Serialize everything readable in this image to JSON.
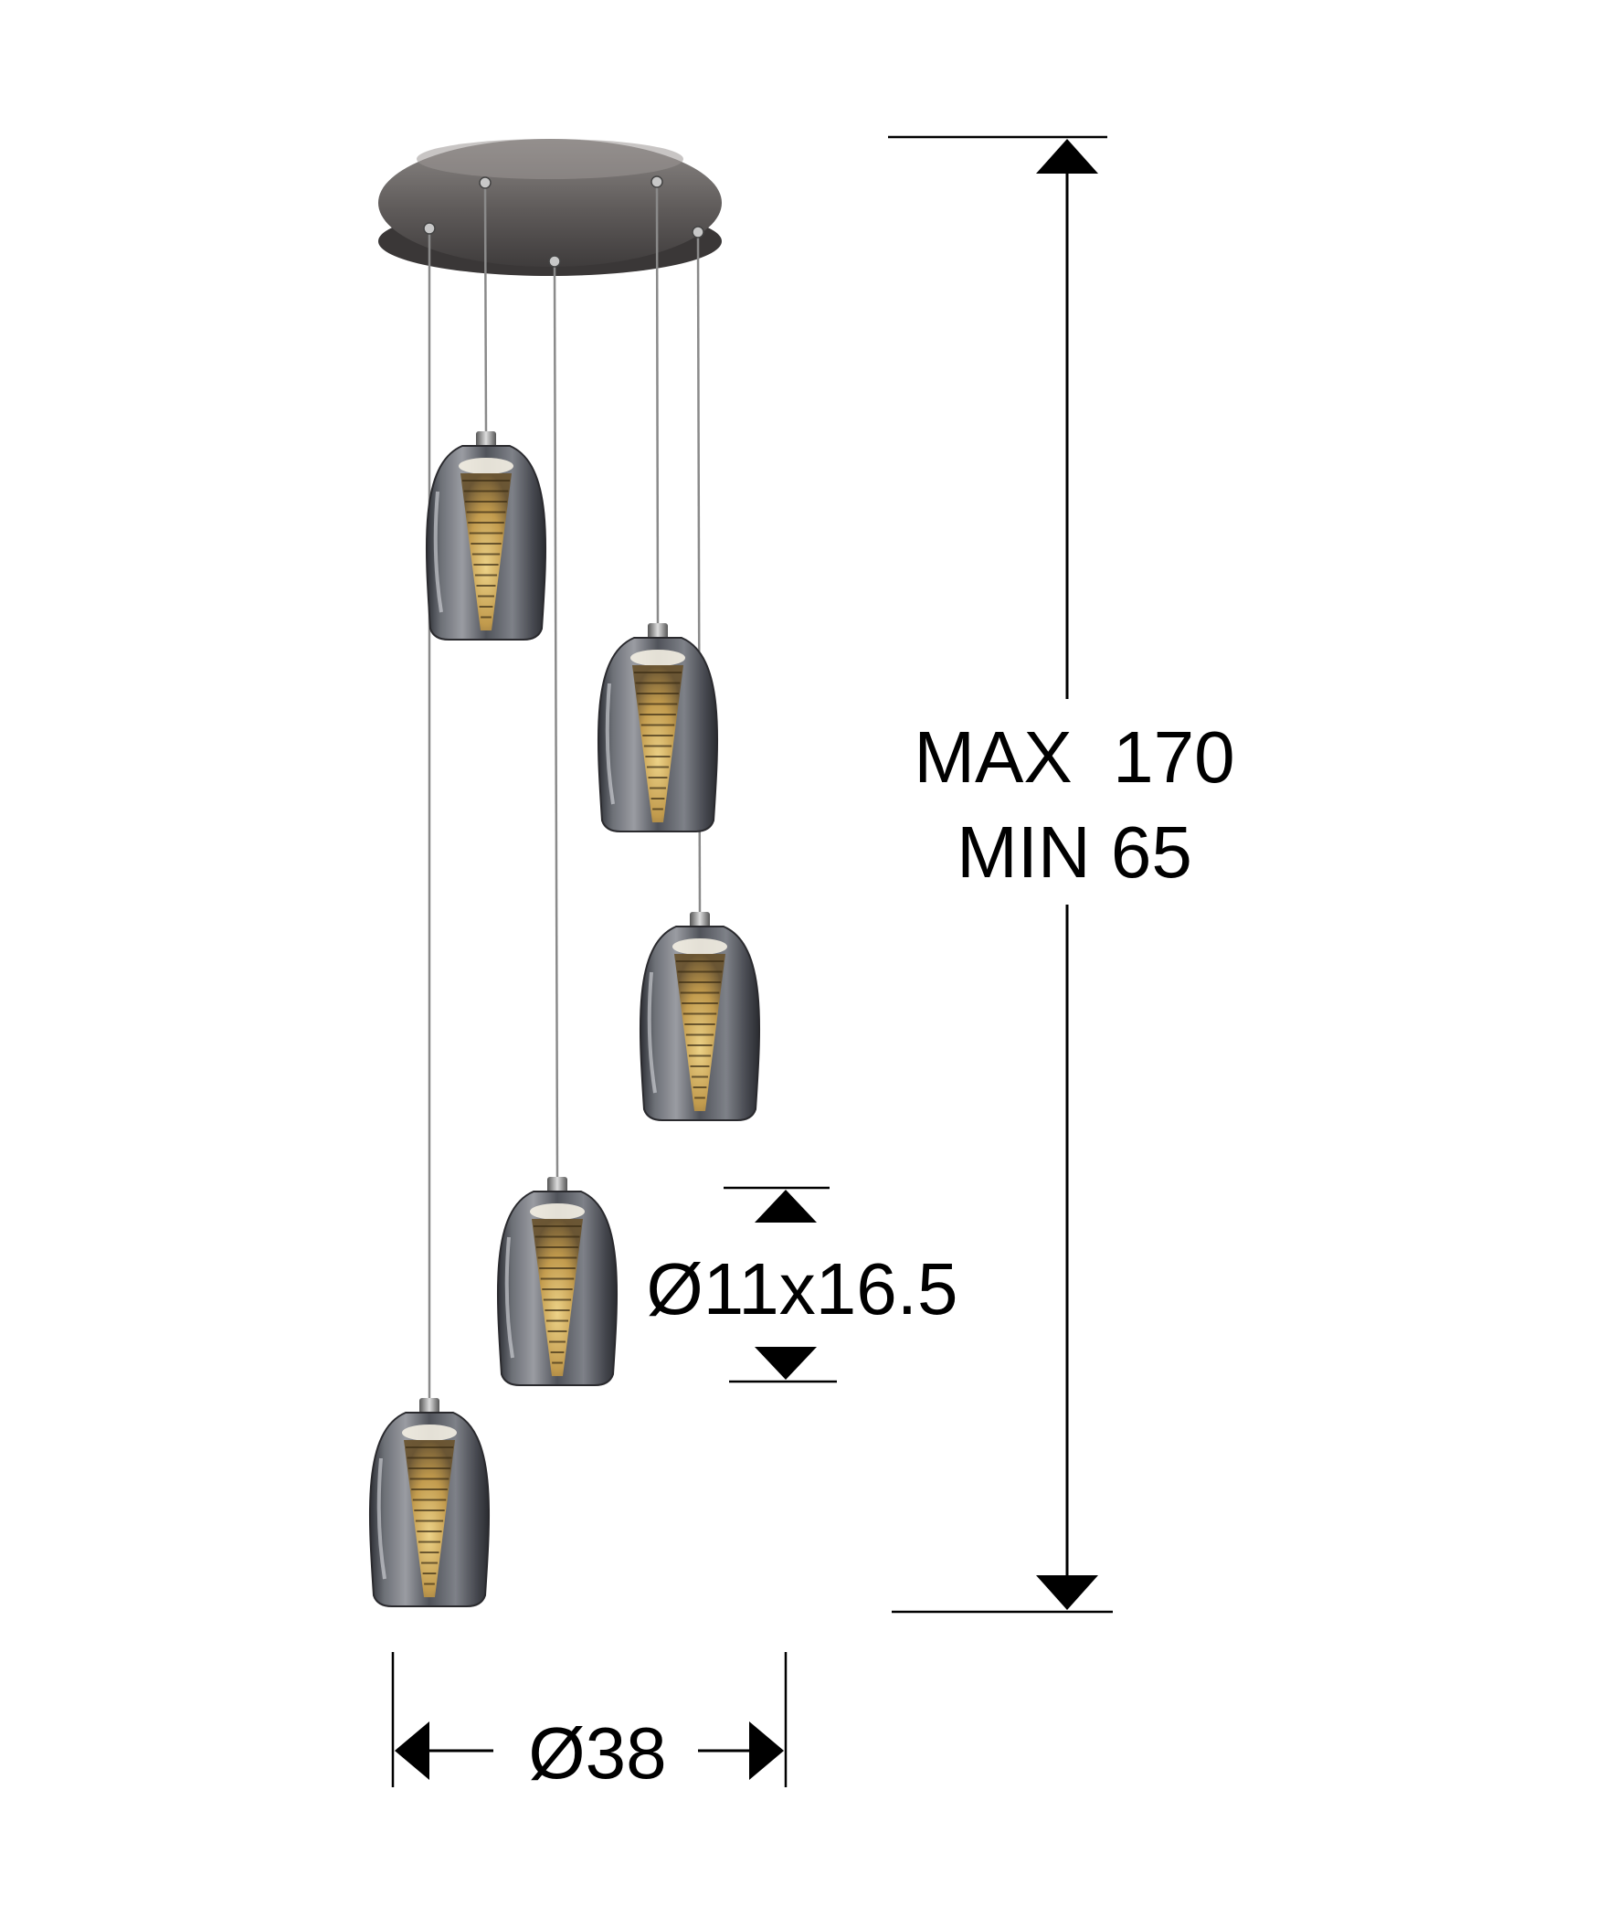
{
  "dimensions": {
    "height_max": "MAX  170",
    "height_min": "MIN 65",
    "shade_size": "Ø11x16.5",
    "canopy_diameter": "Ø38"
  },
  "colors": {
    "line": "#000000",
    "canopy": "#6e6a68",
    "glass": "#5e6066",
    "glow": "#c9a55a"
  },
  "product": {
    "pendant_count": 5
  }
}
